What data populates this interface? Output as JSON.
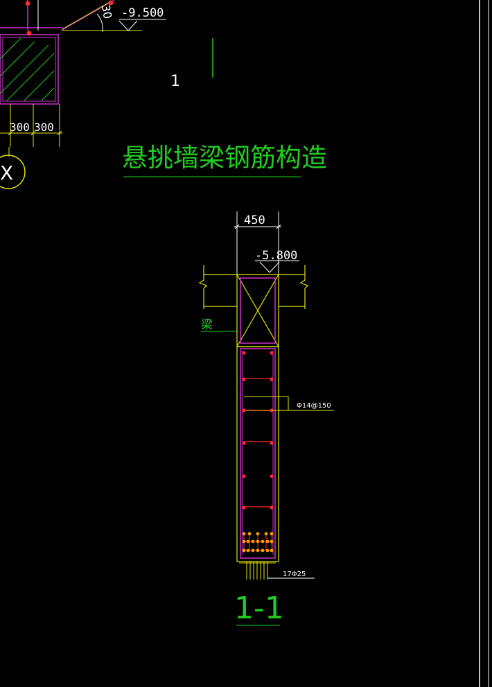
{
  "drawing": {
    "title": "悬挑墙梁钢筋构造",
    "section_label": "1-1",
    "top_level": "-9.500",
    "top_angle": "30",
    "grid_marker": "1",
    "axis_label": "X",
    "dim_left": "300",
    "dim_right": "300",
    "width_dim": "450",
    "beam_level": "-5.800",
    "beam_label": "梁",
    "stirrup_spec": "Φ14@150",
    "bottom_bar_spec": "17Φ25"
  },
  "colors": {
    "background": "#000000",
    "green": "#22cc22",
    "yellow": "#e6e600",
    "magenta": "#cc33cc",
    "red": "#ff2a2a",
    "orange": "#ff9900",
    "white": "#ffffff"
  }
}
